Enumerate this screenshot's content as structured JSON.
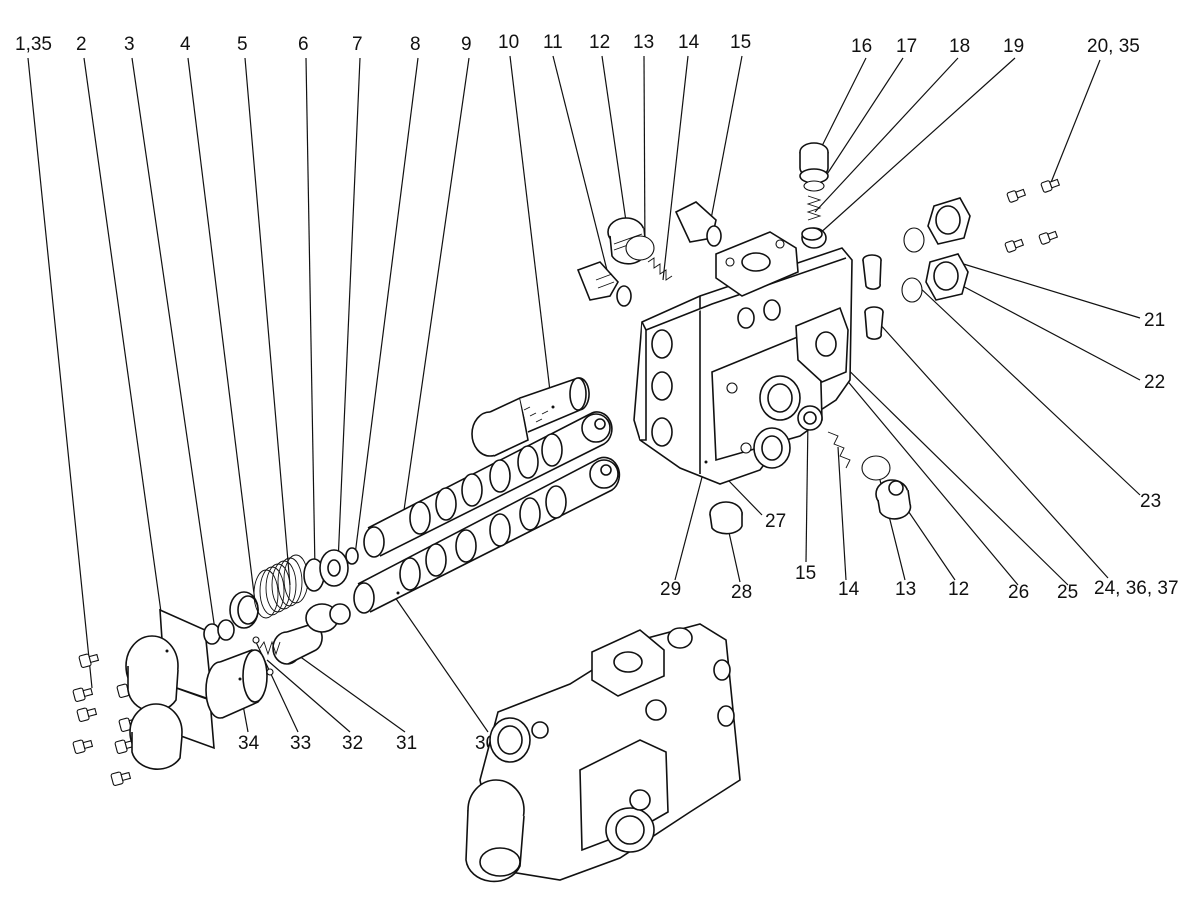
{
  "callouts": [
    {
      "id": "c1",
      "text": "1,35"
    },
    {
      "id": "c2",
      "text": "2"
    },
    {
      "id": "c3",
      "text": "3"
    },
    {
      "id": "c4",
      "text": "4"
    },
    {
      "id": "c5",
      "text": "5"
    },
    {
      "id": "c6",
      "text": "6"
    },
    {
      "id": "c7",
      "text": "7"
    },
    {
      "id": "c8",
      "text": "8"
    },
    {
      "id": "c9",
      "text": "9"
    },
    {
      "id": "c10",
      "text": "10"
    },
    {
      "id": "c11",
      "text": "11"
    },
    {
      "id": "c12",
      "text": "12"
    },
    {
      "id": "c13",
      "text": "13"
    },
    {
      "id": "c14",
      "text": "14"
    },
    {
      "id": "c15",
      "text": "15"
    },
    {
      "id": "c16",
      "text": "16"
    },
    {
      "id": "c17",
      "text": "17"
    },
    {
      "id": "c18",
      "text": "18"
    },
    {
      "id": "c19",
      "text": "19"
    },
    {
      "id": "c20",
      "text": "20, 35"
    },
    {
      "id": "c21",
      "text": "21"
    },
    {
      "id": "c22",
      "text": "22"
    },
    {
      "id": "c23",
      "text": "23"
    },
    {
      "id": "c24",
      "text": "24, 36, 37"
    },
    {
      "id": "c25",
      "text": "25"
    },
    {
      "id": "c26",
      "text": "26"
    },
    {
      "id": "c12b",
      "text": "12"
    },
    {
      "id": "c13b",
      "text": "13"
    },
    {
      "id": "c14b",
      "text": "14"
    },
    {
      "id": "c15b",
      "text": "15"
    },
    {
      "id": "c28",
      "text": "28"
    },
    {
      "id": "c27",
      "text": "27"
    },
    {
      "id": "c29",
      "text": "29"
    },
    {
      "id": "c30",
      "text": "30"
    },
    {
      "id": "c31",
      "text": "31"
    },
    {
      "id": "c32",
      "text": "32"
    },
    {
      "id": "c33",
      "text": "33"
    },
    {
      "id": "c34",
      "text": "34"
    }
  ]
}
